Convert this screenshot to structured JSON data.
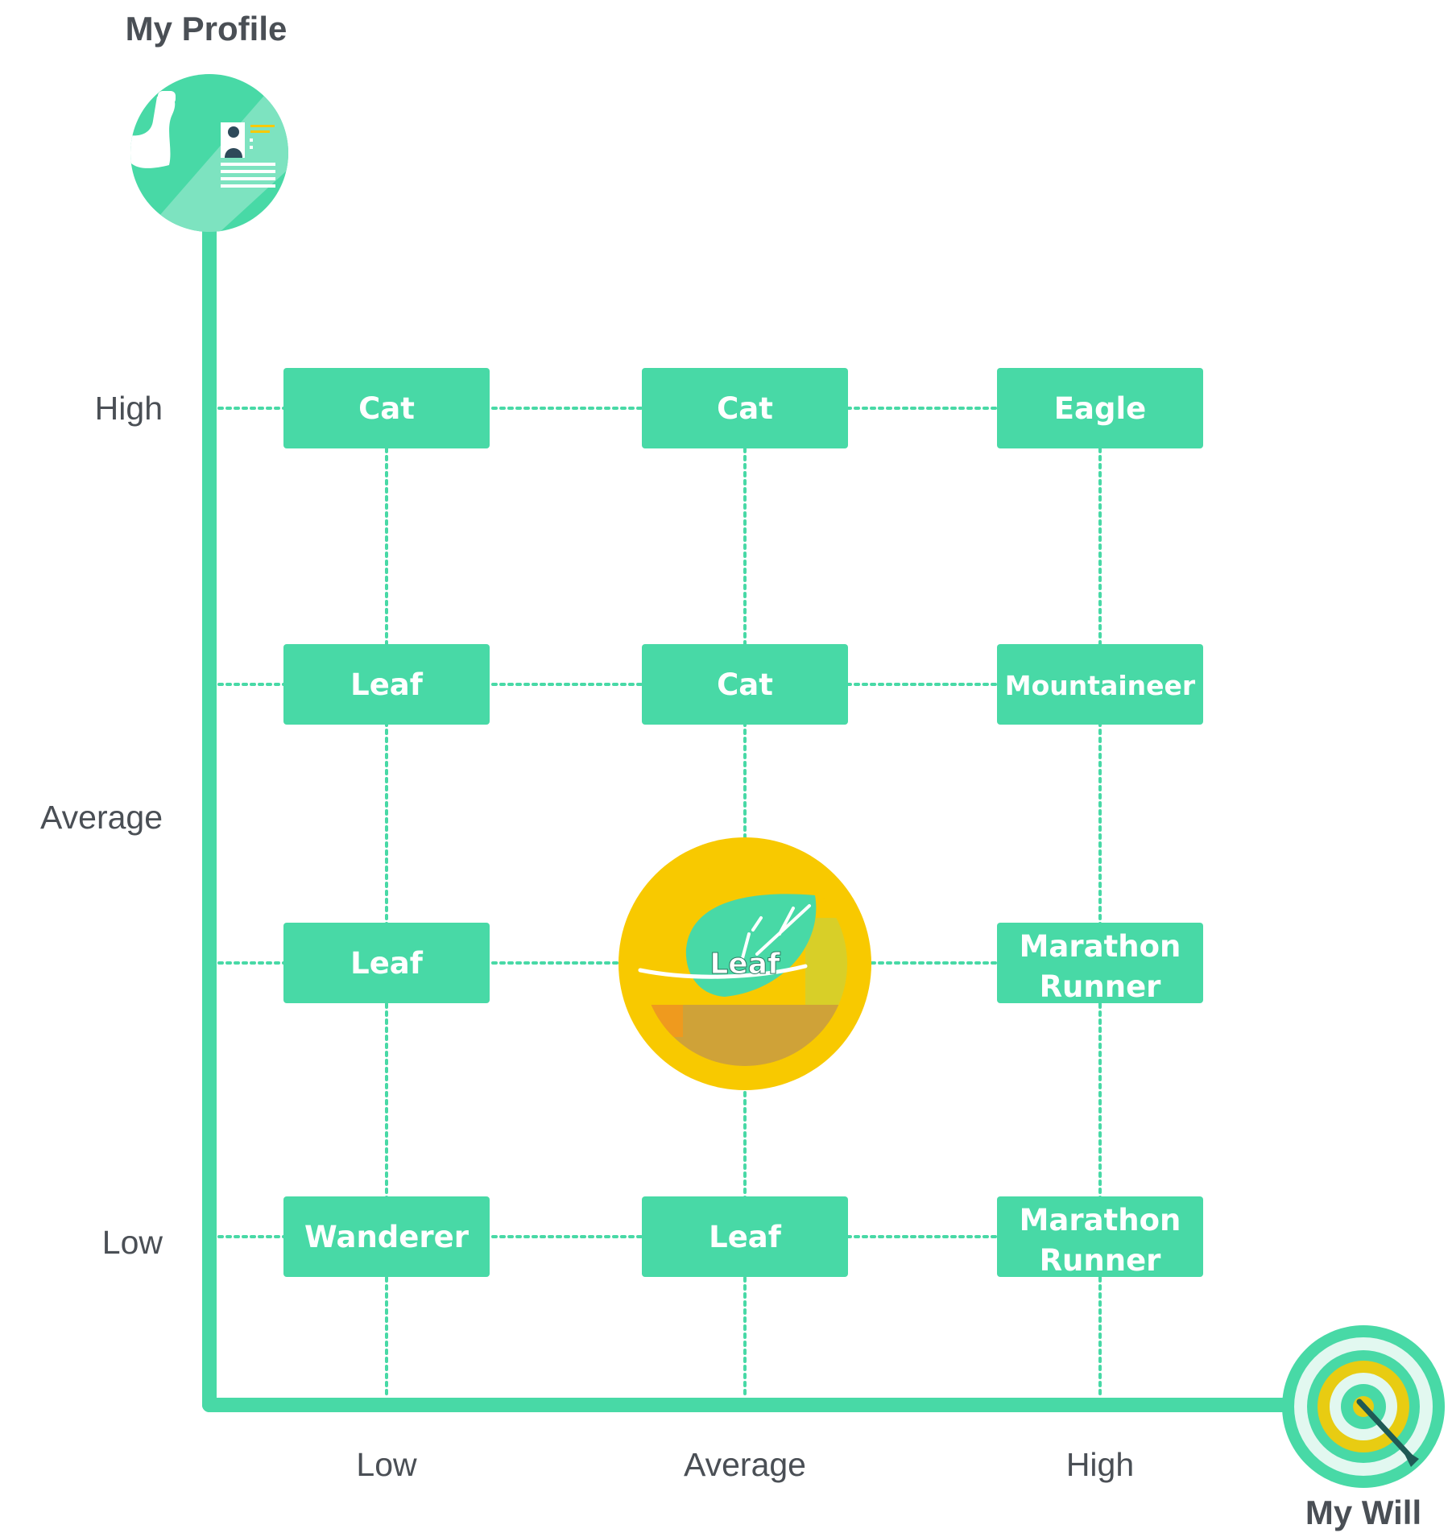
{
  "titles": {
    "y_axis": "My Profile",
    "x_axis": "My Will"
  },
  "y_ticks": [
    "High",
    "Average",
    "Low"
  ],
  "x_ticks": [
    "Low",
    "Average",
    "High"
  ],
  "grid": {
    "rows": [
      [
        "Cat",
        "Cat",
        "Eagle"
      ],
      [
        "Leaf",
        "Cat",
        "Mountaineer"
      ],
      [
        "Leaf",
        "Leaf",
        "Marathon Runner"
      ],
      [
        "Wanderer",
        "Leaf",
        "Marathon Runner"
      ]
    ],
    "highlight": {
      "row": 2,
      "col": 1
    }
  },
  "icons": {
    "profile": "profile-badge-icon",
    "will": "target-dart-icon",
    "highlight": "leaf-icon"
  },
  "colors": {
    "primary": "#48d9a6",
    "box_text": "#ffffff",
    "title_text": "#4a4f55",
    "tick_text": "#4a4f55",
    "highlight_ring": "#f8c900",
    "highlight_earth": "#cfa238",
    "target_yellow": "#e8cc12"
  }
}
